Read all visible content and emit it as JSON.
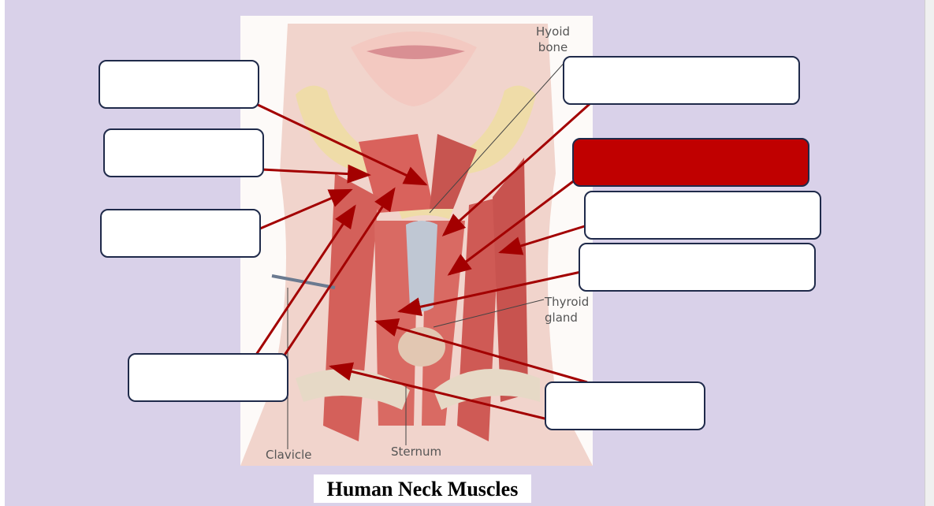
{
  "diagram": {
    "title": "Human Neck Muscles",
    "illustration_labels": {
      "hyoid": "Hyoid\nbone",
      "thyroid": "Thyroid\ngland",
      "clavicle": "Clavicle",
      "sternum": "Sternum"
    },
    "label_boxes": [
      {
        "id": "box-1",
        "value": "",
        "filled": false
      },
      {
        "id": "box-2",
        "value": "",
        "filled": false
      },
      {
        "id": "box-3",
        "value": "",
        "filled": false
      },
      {
        "id": "box-4",
        "value": "",
        "filled": false
      },
      {
        "id": "box-5",
        "value": "",
        "filled": false
      },
      {
        "id": "box-6",
        "value": "",
        "filled": true
      },
      {
        "id": "box-7",
        "value": "",
        "filled": false
      },
      {
        "id": "box-8",
        "value": "",
        "filled": false
      },
      {
        "id": "box-9",
        "value": "",
        "filled": false
      }
    ],
    "colors": {
      "background": "#d9d1e9",
      "box_border": "#1f2a4a",
      "arrow": "#a30000",
      "filled_box": "#c00000",
      "muscle": "#d9625c"
    }
  }
}
